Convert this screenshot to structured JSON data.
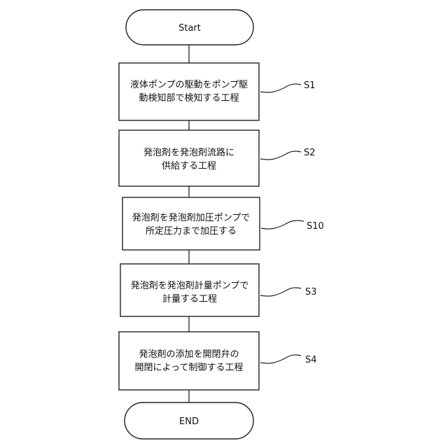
{
  "flowchart": {
    "start": {
      "label": "Start"
    },
    "end": {
      "label": "END"
    },
    "steps": [
      {
        "lines": [
          "液体ポンプの駆動をポンプ駆",
          "動検知部で検知する工程"
        ],
        "tag": "S1"
      },
      {
        "lines": [
          "発泡剤を発泡剤流路に",
          "供給する工程"
        ],
        "tag": "S2"
      },
      {
        "lines": [
          "発泡剤を発泡剤加圧ポンプで",
          "所定圧力まで加圧する"
        ],
        "tag": "S10"
      },
      {
        "lines": [
          "発泡剤を発泡剤計量ポンプで",
          "計量する工程"
        ],
        "tag": "S3"
      },
      {
        "lines": [
          "発泡剤の添加を開閉弁の",
          "開閉によって制御する工程"
        ],
        "tag": "S4"
      }
    ]
  }
}
